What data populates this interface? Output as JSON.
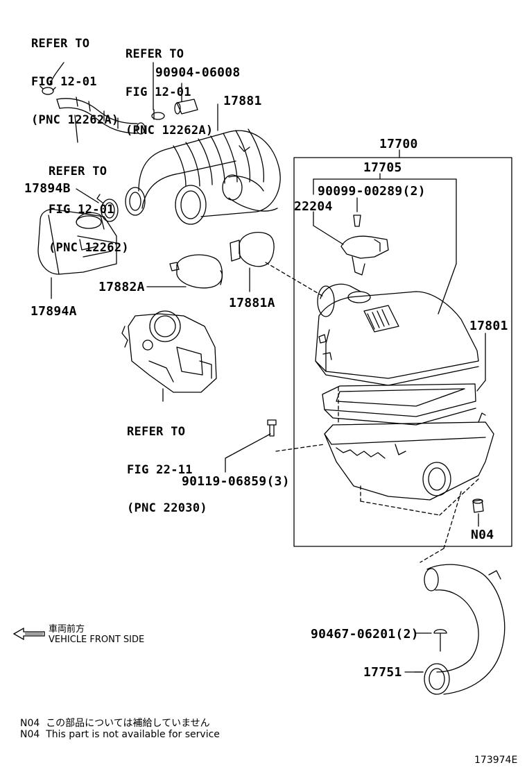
{
  "refer_blocks": {
    "top_left": {
      "line1": "REFER TO",
      "line2": "FIG 12-01",
      "line3": "(PNC 12262A)"
    },
    "top_mid": {
      "line1": "REFER TO",
      "line2": "FIG 12-01",
      "line3": "(PNC 12262A)"
    },
    "hose_note": {
      "line1": "REFER TO",
      "line2": "FIG 12-01",
      "line3": "(PNC 12262)"
    },
    "throttle": {
      "line1": "REFER TO",
      "line2": "FIG 22-11",
      "line3": "(PNC 22030)"
    }
  },
  "part_labels": {
    "p90904": "90904-06008",
    "p17881": "17881",
    "p17700": "17700",
    "p17705": "17705",
    "p90099": "90099-00289(2)",
    "p22204": "22204",
    "p17894B": "17894B",
    "p17894A": "17894A",
    "p17882A": "17882A",
    "p17881A": "17881A",
    "p17801": "17801",
    "p90119": "90119-06859(3)",
    "pN04": "N04",
    "p90467": "90467-06201(2)",
    "p17751": "17751"
  },
  "front_indicator": {
    "jp": "車両前方",
    "en": "VEHICLE FRONT SIDE",
    "arrow_icon": "arrow-left-icon"
  },
  "notes": {
    "jp": "N04  この部品については補給していません",
    "en": "N04  This part is not available for service"
  },
  "figure_id": "173974E"
}
